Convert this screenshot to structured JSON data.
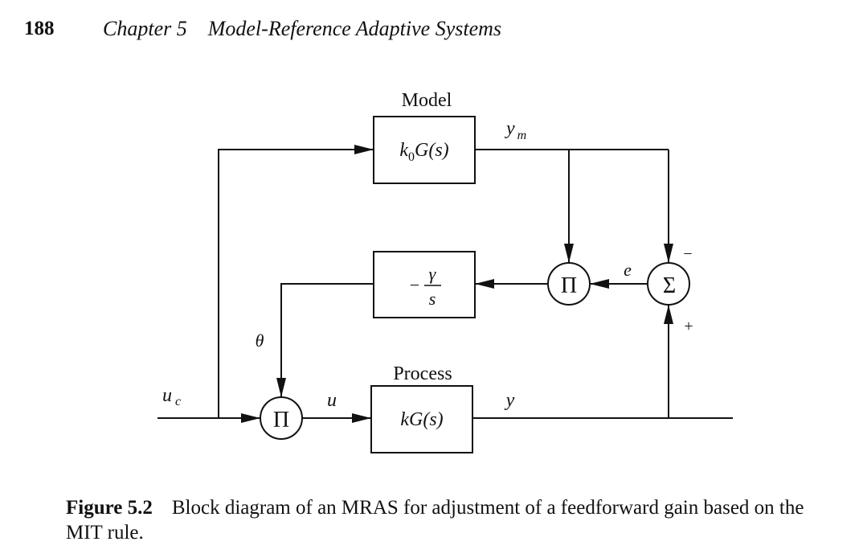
{
  "header": {
    "page_number": "188",
    "chapter": "Chapter 5",
    "chapter_title": "Model-Reference Adaptive Systems"
  },
  "diagram": {
    "model_title": "Model",
    "model_tf_k": "k",
    "model_tf_sub": "0",
    "model_tf_rest": "G(s)",
    "process_title": "Process",
    "process_tf": "kG(s)",
    "integrator_minus": "−",
    "integrator_num": "γ",
    "integrator_den": "s",
    "multiplier_symbol": "Π",
    "sum_symbol": "Σ",
    "sum_minus_sign": "−",
    "sum_plus_sign": "+",
    "signals": {
      "ym": "y",
      "ym_sub": "m",
      "y": "y",
      "e": "e",
      "theta": "θ",
      "u": "u",
      "uc": "u",
      "uc_sub": "c"
    }
  },
  "caption": {
    "label": "Figure 5.2",
    "text": "Block diagram of an MRAS for adjustment of a feedforward gain based on the MIT rule."
  }
}
